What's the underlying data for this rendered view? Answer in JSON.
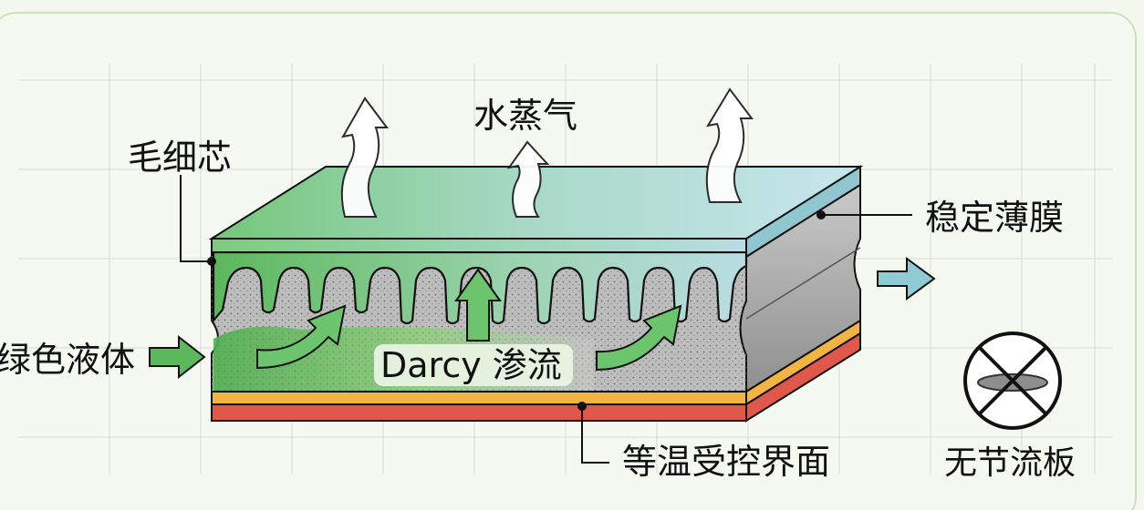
{
  "labels": {
    "vapor": "水蒸气",
    "capillary_wick": "毛细芯",
    "stable_film": "稳定薄膜",
    "green_liquid": "绿色液体",
    "darcy_flow": "Darcy 渗流",
    "isothermal_interface": "等温受控界面",
    "no_throttle_plate": "无节流板"
  },
  "colors": {
    "background": "#f3f7ee",
    "grid": "#d6dcd2",
    "liquid_green": "#5cb85c",
    "porous_gray": "#b8b8b8",
    "film_blue": "#b9dde3",
    "isothermal_orange": "#f2b544",
    "isothermal_red": "#e0584c"
  },
  "icons": [
    "vapor-arrow-icon",
    "inflow-arrow-icon",
    "flow-arrow-icon",
    "outflow-arrow-icon",
    "no-throttle-plate-icon"
  ]
}
